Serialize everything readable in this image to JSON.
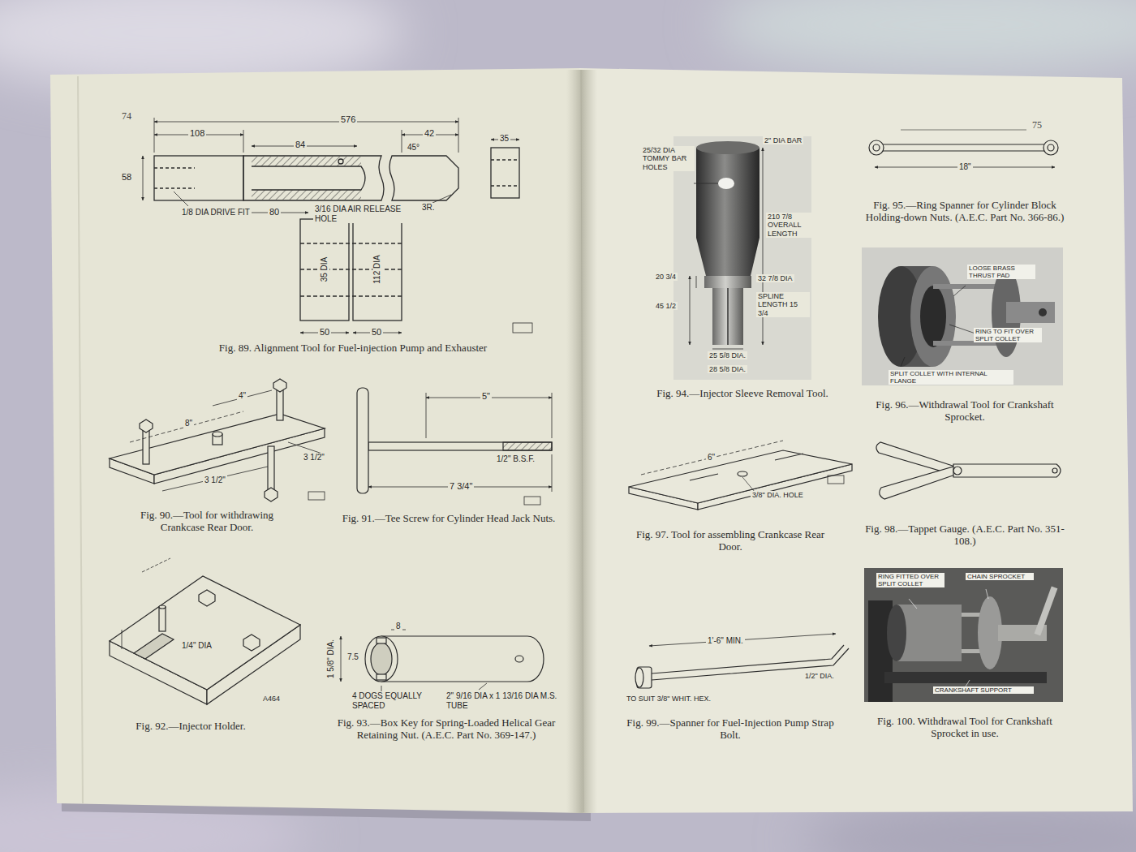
{
  "diagram": {
    "labels": [
      "74",
      "576",
      "108",
      "84",
      "42",
      "58",
      "3/16 DIA AIR RELEASE HOLE",
      "80",
      "1/8 DIA DRIVE FIT",
      "3R.",
      "45°",
      "35",
      "35 DIA",
      "112 DIA",
      "50",
      "50",
      "Fig. 89. Alignment Tool for Fuel-injection Pump and Exhauster",
      "8\"",
      "4\"",
      "3 1/2\"",
      "3 1/2\"",
      "Fig. 90.—Tool for withdrawing Crankcase Rear Door.",
      "5\"",
      "1/2\" B.S.F.",
      "7 3/4\"",
      "Fig. 91.—Tee Screw for Cylinder Head Jack Nuts.",
      "1/4\" DIA",
      "A464",
      "Fig. 92.—Injector Holder.",
      "8",
      "7.5",
      "1 5/8\" DIA.",
      "4 DOGS EQUALLY SPACED",
      "2\" 9/16 DIA x 1 13/16 DIA M.S. TUBE",
      "Fig. 93.—Box Key for Spring-Loaded Helical Gear Retaining Nut. (A.E.C. Part No. 369-147.)",
      "75",
      "25/32 DIA TOMMY BAR HOLES",
      "2\" DIA BAR",
      "210 7/8 OVERALL LENGTH",
      "20 3/4",
      "45 1/2",
      "32 7/8 DIA",
      "SPLINE LENGTH 15 3/4",
      "25 5/8 DIA.",
      "28 5/8 DIA.",
      "Fig. 94.—Injector Sleeve Removal Tool.",
      "18\"",
      "Fig. 95.—Ring Spanner for Cylinder Block Holding-down Nuts. (A.E.C. Part No. 366-86.)",
      "LOOSE BRASS THRUST PAD",
      "RING TO FIT OVER SPLIT COLLET",
      "SPLIT COLLET WITH INTERNAL FLANGE",
      "Fig. 96.—Withdrawal Tool for Crankshaft Sprocket.",
      "6\"",
      "3/8\" DIA. HOLE",
      "Fig. 97. Tool for assembling Crankcase Rear Door.",
      "Fig. 98.—Tappet Gauge. (A.E.C. Part No. 351-108.)",
      "RING FITTED OVER SPLIT COLLET",
      "CHAIN SPROCKET",
      "CRANKSHAFT SUPPORT",
      "1'-6\" MIN.",
      "TO SUIT 3/8\" WHIT. HEX.",
      "1/2\" DIA.",
      "Fig. 99.—Spanner for Fuel-Injection Pump Strap Bolt.",
      "Fig. 100. Withdrawal Tool for Crankshaft Sprocket in use."
    ]
  }
}
